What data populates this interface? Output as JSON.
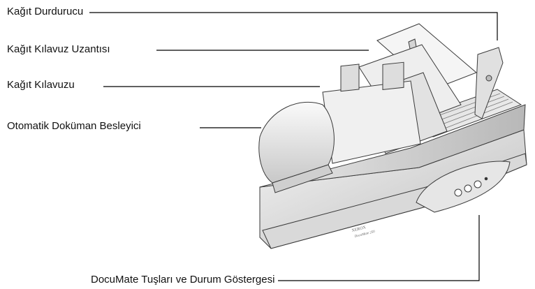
{
  "labels": {
    "paper_stop": "Kağıt Durdurucu",
    "guide_extension": "Kağıt Kılavuz Uzantısı",
    "paper_guide": "Kağıt Kılavuzu",
    "adf": "Otomatik Doküman Besleyici",
    "buttons_status": "DocuMate Tuşları ve Durum Göstergesi"
  },
  "device": {
    "brand": "XEROX",
    "model": "DocuMate 250"
  }
}
